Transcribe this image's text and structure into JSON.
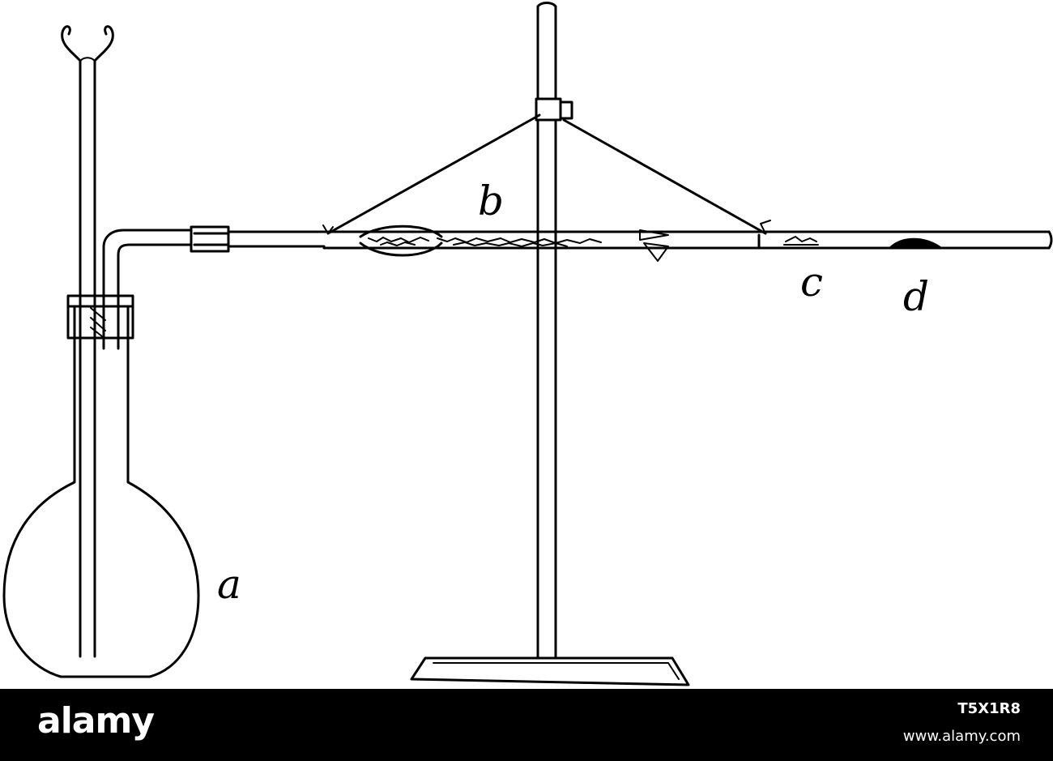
{
  "labels": {
    "a": "a",
    "b": "b",
    "c": "c",
    "d": "d"
  },
  "footer": {
    "brand": "alamy",
    "image_id": "T5X1R8",
    "site": "www.alamy.com"
  },
  "colors": {
    "ink": "#000000",
    "paper": "#ffffff",
    "footer_bg": "#000000"
  }
}
